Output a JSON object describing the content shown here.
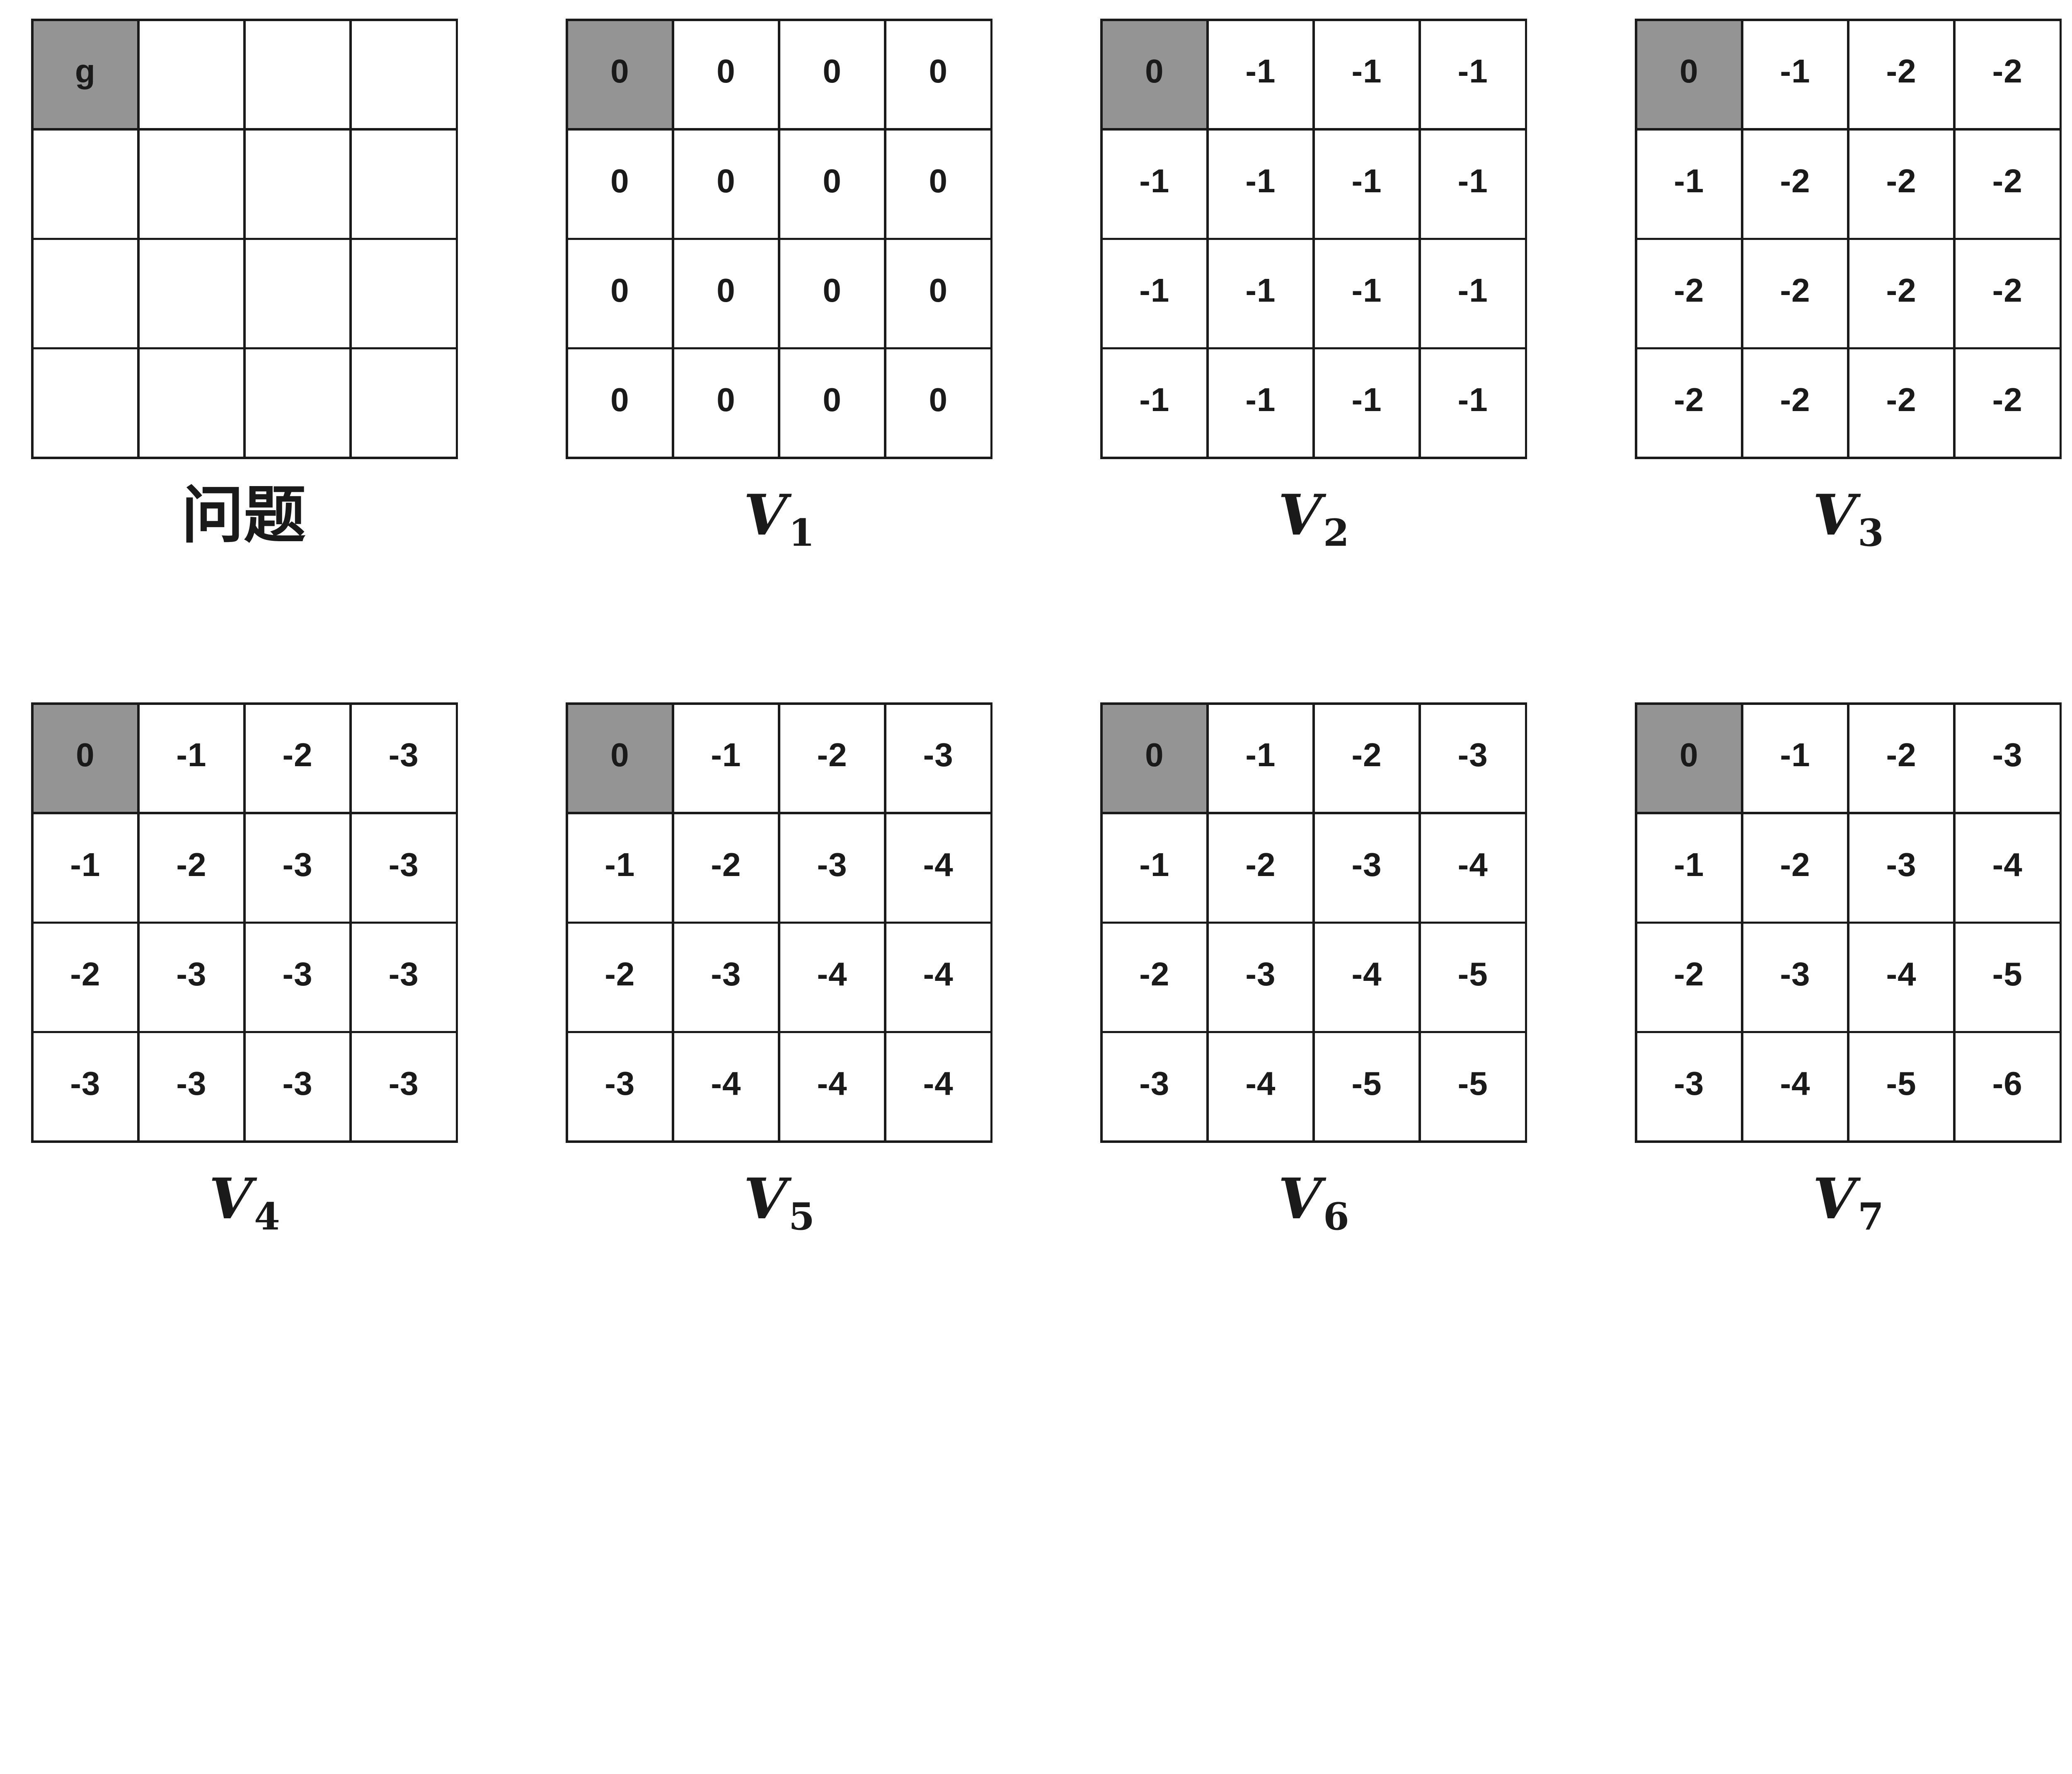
{
  "colors": {
    "line": "#1a1a1a",
    "highlight_cell": "#949494",
    "text": "#1a1a1a",
    "background": "#ffffff"
  },
  "panels": [
    {
      "id": "problem",
      "label_base": "问题",
      "label_sub": "",
      "highlight": [
        0,
        0
      ],
      "cells": [
        [
          "g",
          "",
          "",
          ""
        ],
        [
          "",
          "",
          "",
          ""
        ],
        [
          "",
          "",
          "",
          ""
        ],
        [
          "",
          "",
          "",
          ""
        ]
      ]
    },
    {
      "id": "V1",
      "label_base": "V",
      "label_sub": "1",
      "highlight": [
        0,
        0
      ],
      "cells": [
        [
          "0",
          "0",
          "0",
          "0"
        ],
        [
          "0",
          "0",
          "0",
          "0"
        ],
        [
          "0",
          "0",
          "0",
          "0"
        ],
        [
          "0",
          "0",
          "0",
          "0"
        ]
      ]
    },
    {
      "id": "V2",
      "label_base": "V",
      "label_sub": "2",
      "highlight": [
        0,
        0
      ],
      "cells": [
        [
          "0",
          "-1",
          "-1",
          "-1"
        ],
        [
          "-1",
          "-1",
          "-1",
          "-1"
        ],
        [
          "-1",
          "-1",
          "-1",
          "-1"
        ],
        [
          "-1",
          "-1",
          "-1",
          "-1"
        ]
      ]
    },
    {
      "id": "V3",
      "label_base": "V",
      "label_sub": "3",
      "highlight": [
        0,
        0
      ],
      "cells": [
        [
          "0",
          "-1",
          "-2",
          "-2"
        ],
        [
          "-1",
          "-2",
          "-2",
          "-2"
        ],
        [
          "-2",
          "-2",
          "-2",
          "-2"
        ],
        [
          "-2",
          "-2",
          "-2",
          "-2"
        ]
      ]
    },
    {
      "id": "V4",
      "label_base": "V",
      "label_sub": "4",
      "highlight": [
        0,
        0
      ],
      "cells": [
        [
          "0",
          "-1",
          "-2",
          "-3"
        ],
        [
          "-1",
          "-2",
          "-3",
          "-3"
        ],
        [
          "-2",
          "-3",
          "-3",
          "-3"
        ],
        [
          "-3",
          "-3",
          "-3",
          "-3"
        ]
      ]
    },
    {
      "id": "V5",
      "label_base": "V",
      "label_sub": "5",
      "highlight": [
        0,
        0
      ],
      "cells": [
        [
          "0",
          "-1",
          "-2",
          "-3"
        ],
        [
          "-1",
          "-2",
          "-3",
          "-4"
        ],
        [
          "-2",
          "-3",
          "-4",
          "-4"
        ],
        [
          "-3",
          "-4",
          "-4",
          "-4"
        ]
      ]
    },
    {
      "id": "V6",
      "label_base": "V",
      "label_sub": "6",
      "highlight": [
        0,
        0
      ],
      "cells": [
        [
          "0",
          "-1",
          "-2",
          "-3"
        ],
        [
          "-1",
          "-2",
          "-3",
          "-4"
        ],
        [
          "-2",
          "-3",
          "-4",
          "-5"
        ],
        [
          "-3",
          "-4",
          "-5",
          "-5"
        ]
      ]
    },
    {
      "id": "V7",
      "label_base": "V",
      "label_sub": "7",
      "highlight": [
        0,
        0
      ],
      "cells": [
        [
          "0",
          "-1",
          "-2",
          "-3"
        ],
        [
          "-1",
          "-2",
          "-3",
          "-4"
        ],
        [
          "-2",
          "-3",
          "-4",
          "-5"
        ],
        [
          "-3",
          "-4",
          "-5",
          "-6"
        ]
      ]
    }
  ]
}
